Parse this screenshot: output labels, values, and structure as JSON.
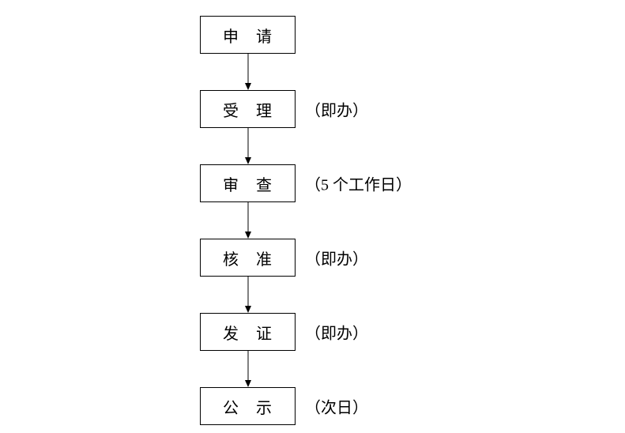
{
  "flow": {
    "title": "",
    "steps": [
      {
        "label": "申　请",
        "note": ""
      },
      {
        "label": "受　理",
        "note": "（即办）"
      },
      {
        "label": "审　查",
        "note": "（5 个工作日）"
      },
      {
        "label": "核　准",
        "note": "（即办）"
      },
      {
        "label": "发　证",
        "note": "（即办）"
      },
      {
        "label": "公　示",
        "note": "（次日）"
      }
    ],
    "colors": {
      "background": "#ffffff",
      "box_border": "#000000",
      "text": "#000000",
      "arrow": "#000000"
    }
  }
}
